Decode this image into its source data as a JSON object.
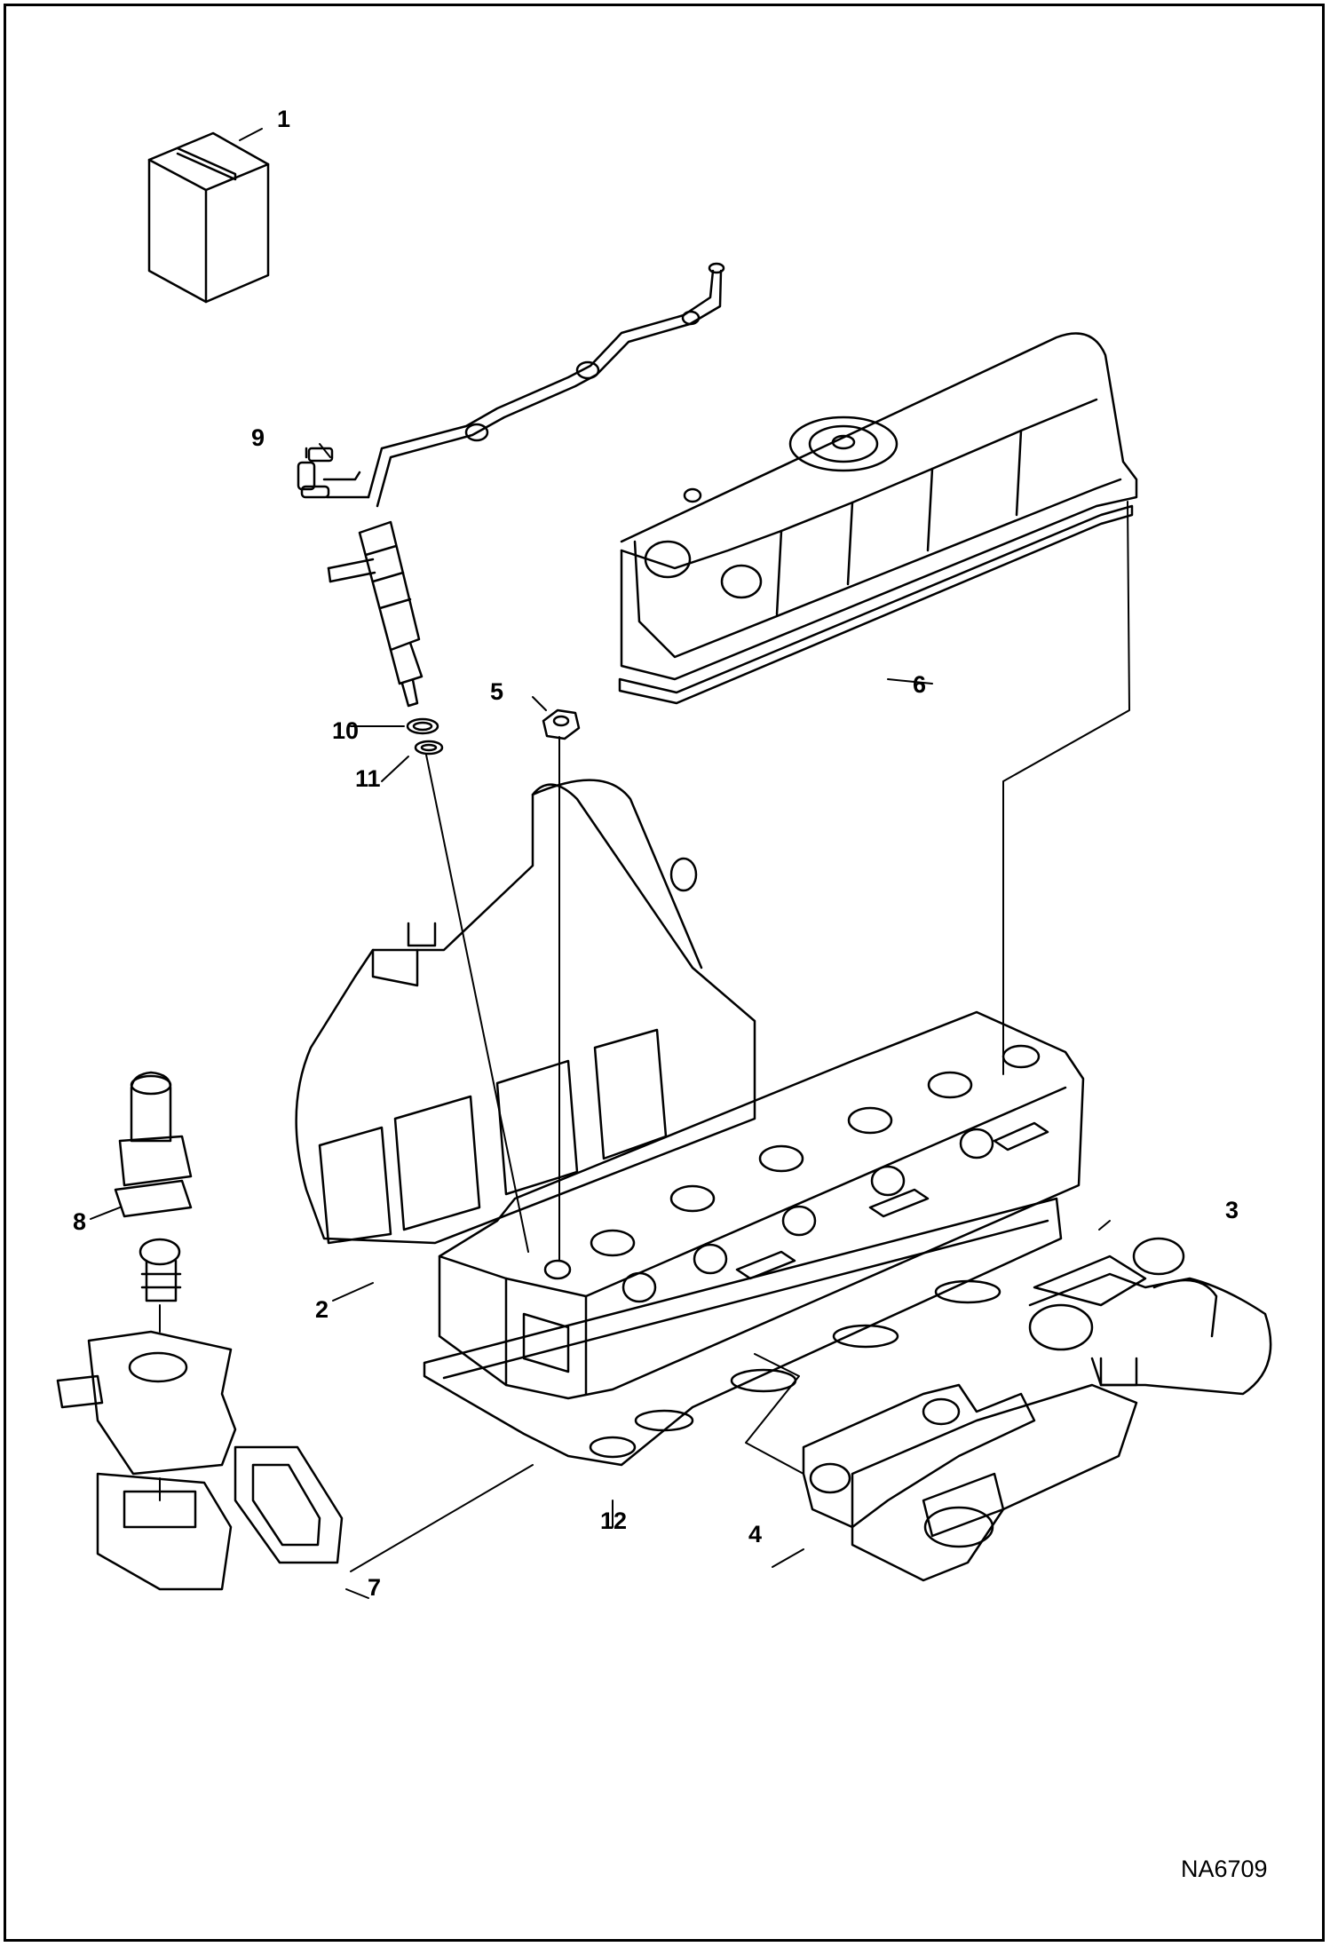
{
  "diagram": {
    "callouts": [
      {
        "id": "c1",
        "label": "1"
      },
      {
        "id": "c2",
        "label": "2"
      },
      {
        "id": "c3",
        "label": "3"
      },
      {
        "id": "c4",
        "label": "4"
      },
      {
        "id": "c5",
        "label": "5"
      },
      {
        "id": "c6",
        "label": "6"
      },
      {
        "id": "c7",
        "label": "7"
      },
      {
        "id": "c8",
        "label": "8"
      },
      {
        "id": "c9",
        "label": "9"
      },
      {
        "id": "c10",
        "label": "10"
      },
      {
        "id": "c11",
        "label": "11"
      },
      {
        "id": "c12",
        "label": "12"
      }
    ],
    "figure_id": "NA6709",
    "colors": {
      "line": "#000000",
      "background": "#ffffff",
      "gasket": "#d9d9d9"
    }
  }
}
